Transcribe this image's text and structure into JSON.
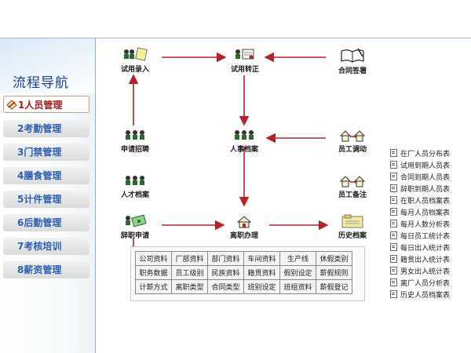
{
  "sidebar": {
    "title": "流程导航",
    "items": [
      {
        "label": "1人员管理",
        "active": true
      },
      {
        "label": "2考勤管理"
      },
      {
        "label": "3门禁管理"
      },
      {
        "label": "4膳食管理"
      },
      {
        "label": "5计件管理"
      },
      {
        "label": "6后勤管理"
      },
      {
        "label": "7考核培训"
      },
      {
        "label": "8薪资管理"
      }
    ]
  },
  "flow": {
    "nodes": {
      "trial_entry": "试用录入",
      "trial_confirm": "试用转正",
      "contract_sign": "合同签署",
      "apply_recruit": "申请招聘",
      "personnel_file": "人事档案",
      "staff_transfer": "员工调动",
      "talent_file": "人才档案",
      "staff_backup": "员工备注",
      "resign_apply": "辞职申请",
      "resign_process": "离职办理",
      "history_file": "历史档案"
    },
    "arrow_color": "#b0242a"
  },
  "settings_table": {
    "rows": [
      [
        "公司资料",
        "厂部资料",
        "部门资料",
        "车间资料",
        "生产线",
        "休假类别"
      ],
      [
        "职务数据",
        "员工级别",
        "民族资料",
        "籍贯资料",
        "假别设定",
        "薪假规则"
      ],
      [
        "计薪方式",
        "离职类型",
        "合同类型",
        "班别设定",
        "班组资料",
        "薪假登记"
      ]
    ]
  },
  "reports": [
    "在厂人员分布表",
    "试用到期人员表",
    "合同到期人员表",
    "辞职到期人员表",
    "在职人员档案表",
    "每月人员档案表",
    "每月人数分析表",
    "每日员工统计表",
    "每日出入统计表",
    "籍贯出入统计表",
    "男女出入统计表",
    "离厂人员分析表",
    "历史人员档案表"
  ]
}
